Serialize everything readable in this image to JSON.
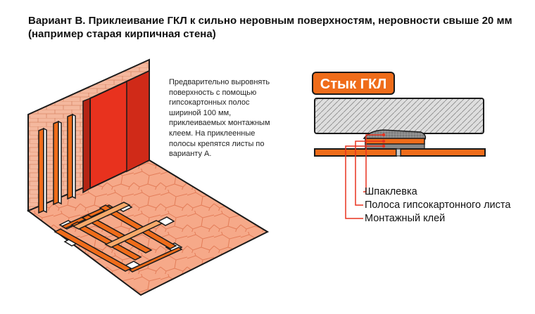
{
  "title": {
    "line1": "Вариант В. Приклеивание ГКЛ к сильно неровным поверхностям, неровности свыше 20 мм",
    "line2": "(например старая кирпичная стена)"
  },
  "description": {
    "lines": [
      "Предварительно выровнять",
      "поверхность с помощью",
      "гипсокартонных полос",
      "шириной 100 мм,",
      "приклеиваемых монтажным",
      "клеем. На приклеенные",
      "полосы крепятся листы по",
      "варианту А."
    ]
  },
  "detail": {
    "badge": "Стык ГКЛ",
    "legend": [
      "Шпаклевка",
      "Полоса гипсокартонного листа",
      "Монтажный клей"
    ]
  },
  "colors": {
    "orange": "#ef6c1a",
    "red": "#e8321e",
    "brick": "#f4b89e",
    "floor": "#f6a989",
    "concrete": "#dcdcdc",
    "outline": "#1a1a1a"
  }
}
